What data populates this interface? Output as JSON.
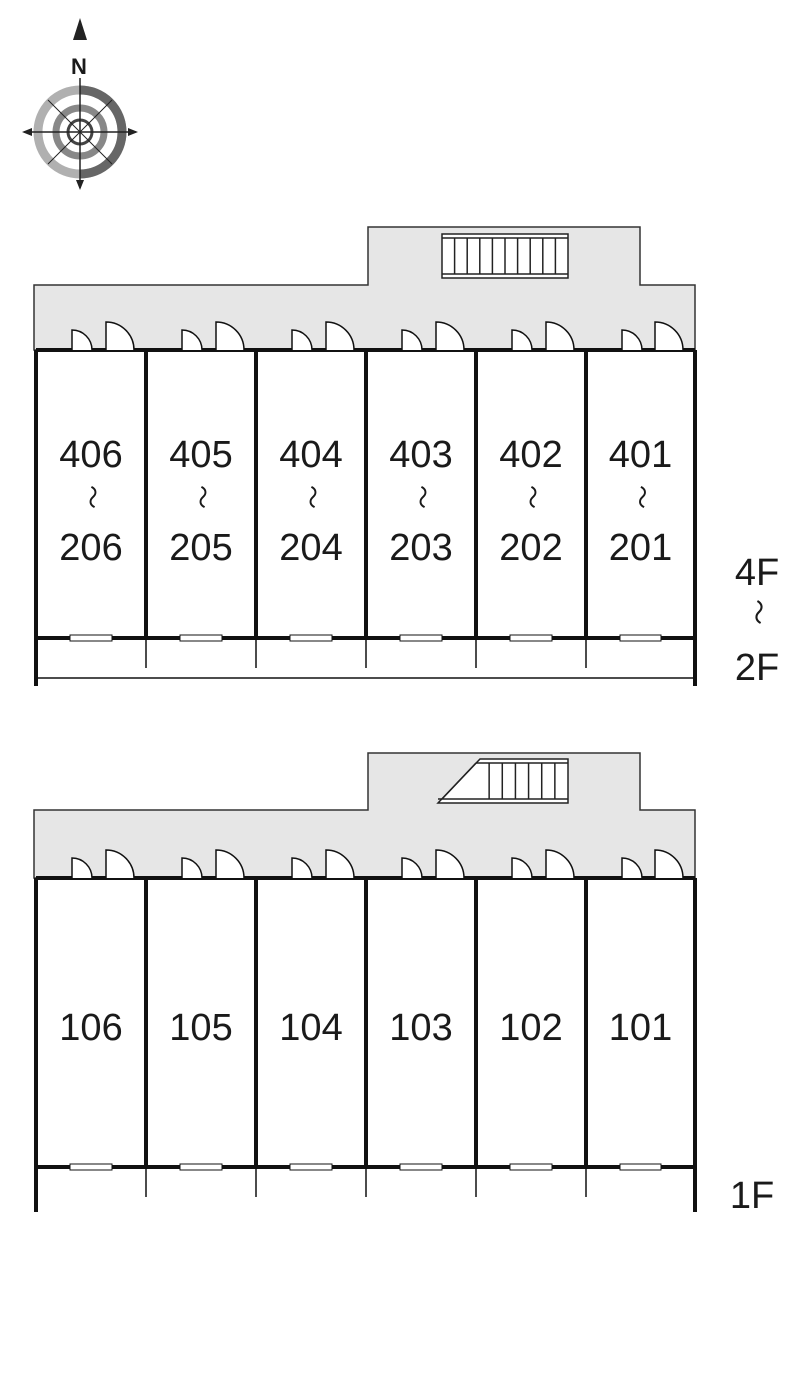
{
  "compass": {
    "label": "N"
  },
  "upper_block": {
    "floor_label_top": "4F",
    "floor_label_sep": "〜",
    "floor_label_bottom": "2F",
    "units": [
      {
        "top": "406",
        "sep": "〜",
        "bottom": "206"
      },
      {
        "top": "405",
        "sep": "〜",
        "bottom": "205"
      },
      {
        "top": "404",
        "sep": "〜",
        "bottom": "204"
      },
      {
        "top": "403",
        "sep": "〜",
        "bottom": "203"
      },
      {
        "top": "402",
        "sep": "〜",
        "bottom": "202"
      },
      {
        "top": "401",
        "sep": "〜",
        "bottom": "201"
      }
    ]
  },
  "lower_block": {
    "floor_label": "1F",
    "units": [
      {
        "label": "106"
      },
      {
        "label": "105"
      },
      {
        "label": "104"
      },
      {
        "label": "103"
      },
      {
        "label": "102"
      },
      {
        "label": "101"
      }
    ]
  },
  "colors": {
    "corridor_fill": "#e6e6e6",
    "wall": "#111111",
    "compass_grey": "#9a9a9a",
    "compass_dark": "#555555"
  }
}
